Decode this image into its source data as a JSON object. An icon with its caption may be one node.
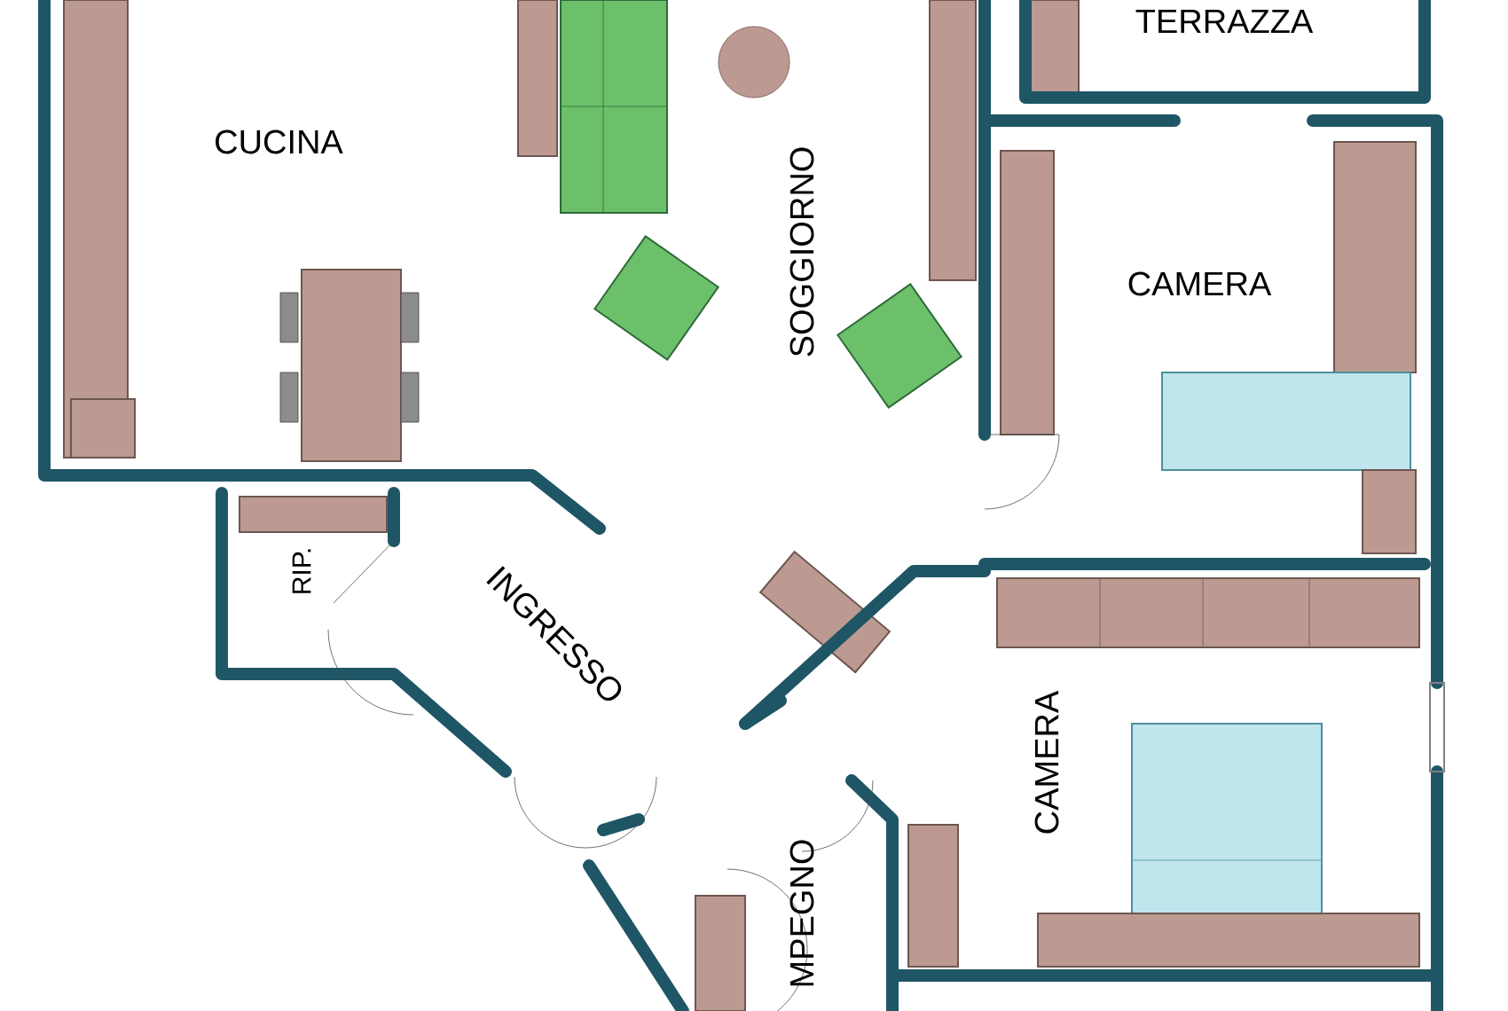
{
  "diagram": {
    "labels": [
      "TERRAZZA",
      "CUCINA",
      "SOGGIORNO",
      "CAMERA",
      "RIP.",
      "INGRESSO",
      "CAMERA",
      "MPEGNO"
    ]
  }
}
